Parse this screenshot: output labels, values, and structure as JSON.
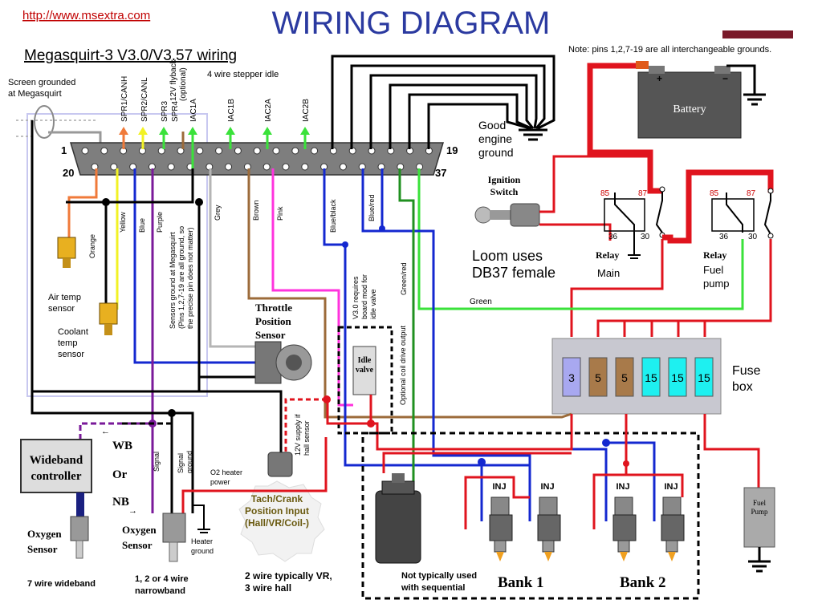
{
  "header": {
    "url": "http://www.msextra.com",
    "title": "WIRING DIAGRAM",
    "subtitle": "Megasquirt-3 V3.0/V3.57 wiring",
    "note": "Note: pins 1,2,7-19 are all interchangeable grounds."
  },
  "connector": {
    "pin_1": "1",
    "pin_19": "19",
    "pin_20": "20",
    "pin_37": "37",
    "loom_note": [
      "Loom uses",
      "DB37 female"
    ]
  },
  "labels": {
    "screen_ground": [
      "Screen grounded",
      "at Megasquirt"
    ],
    "stepper_idle": "4 wire stepper idle",
    "spr1": "SPR1/CANH",
    "spr2": "SPR2/CANL",
    "spr3": "SPR3",
    "spr4": "SPR4",
    "flyback": [
      "12V flyback",
      "(optional)"
    ],
    "iac1a": "IAC1A",
    "iac1b": "IAC1B",
    "iac2a": "IAC2A",
    "iac2b": "IAC2B",
    "good_ground": [
      "Good",
      "engine",
      "ground"
    ],
    "ignition_switch": [
      "Ignition",
      "Switch"
    ],
    "battery": "Battery",
    "relay_main": [
      "Relay",
      "Main"
    ],
    "relay_fuel": [
      "Relay",
      "Fuel",
      "pump"
    ],
    "relay_pins": [
      "85",
      "87",
      "36",
      "30"
    ],
    "sensors_ground_note": [
      "Sensors ground at Megasquirt",
      "(Pins 1,2,7-19 are all ground, so",
      "the precise pin does not matter)"
    ],
    "air_temp": [
      "Air temp",
      "sensor"
    ],
    "coolant_temp": [
      "Coolant",
      "temp",
      "sensor"
    ],
    "tps": [
      "Throttle",
      "Position",
      "Sensor"
    ],
    "v30_note": [
      "V3.0 requires",
      "board mod for",
      "idle valve"
    ],
    "idle_valve": [
      "Idle",
      "valve"
    ],
    "optional_coil": "Optional coil drive output",
    "supply_12v": [
      "12V supply if",
      "hall sensor"
    ],
    "tach_input": [
      "Tach/Crank",
      "Position Input",
      "(Hall/VR/Coil-)"
    ],
    "tach_note": [
      "2 wire typically VR,",
      "3 wire hall"
    ],
    "wideband_controller": [
      "Wideband",
      "controller"
    ],
    "wb": "WB",
    "or": "Or",
    "nb": "NB",
    "signal": "Signal",
    "signal_ground": [
      "Signal",
      "ground"
    ],
    "o2_heater": [
      "O2 heater",
      "power"
    ],
    "heater_ground": [
      "Heater",
      "ground"
    ],
    "oxygen_sensor": [
      "Oxygen",
      "Sensor"
    ],
    "wideband_note": "7 wire wideband",
    "narrowband_note": [
      "1, 2 or 4 wire",
      "narrowband"
    ],
    "coil_note": [
      "Not typically used",
      "with sequential"
    ],
    "inj": "INJ",
    "bank1": "Bank 1",
    "bank2": "Bank 2",
    "fuse_box": [
      "Fuse",
      "box"
    ],
    "fuel_pump": [
      "Fuel",
      "Pump"
    ],
    "green": "Green"
  },
  "wire_colors": {
    "orange": "Orange",
    "yellow": "Yellow",
    "blue": "Blue",
    "purple": "Purple",
    "grey": "Grey",
    "brown": "Brown",
    "pink": "Pink",
    "blue_black": "Blue/black",
    "blue_red": "Blue/red",
    "green_red": "Green/red"
  },
  "fuses": [
    "3",
    "5",
    "5",
    "15",
    "15",
    "15"
  ],
  "colors": {
    "title_blue": "#2b3aa0",
    "wire_red": "#e0141e",
    "wire_blue": "#1428d0",
    "wire_green": "#3ae23a",
    "wire_brown": "#9c6b3a",
    "wire_pink": "#ff33dd",
    "wire_purple": "#7a1a9a",
    "wire_grey": "#b5b5b5",
    "wire_orange": "#f07a3a",
    "wire_yellow": "#f2f224",
    "fuse_purple": "#a8a8f0",
    "fuse_brown": "#a87a4a",
    "fuse_cyan": "#1ef0f0"
  }
}
